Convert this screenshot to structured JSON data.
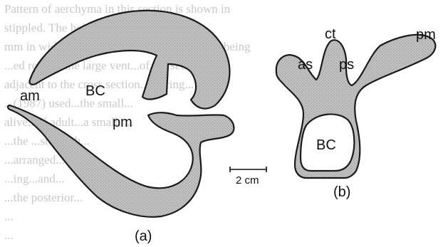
{
  "background_text_lines": [
    "Pattern of aerchyma in this section is shown in",
    "stippled. The hole in the body of the...",
    "mm in width and...with the maximum length being",
    "...ed region, the large vent...of the section",
    "adjacent to the cross section...sharing...",
    "...(1987) used...the small...",
    "alive...of adult...a small, ...",
    "...the ...stomach...",
    "...arranged...ed to...",
    "...ing...and...",
    "...the posterior...",
    "...",
    "..."
  ],
  "panel_a": {
    "caption": "(a)",
    "labels": {
      "am": "am",
      "bc": "BC",
      "pm": "pm"
    },
    "scale_bar": "2 cm"
  },
  "panel_b": {
    "caption": "(b)",
    "labels": {
      "ct": "ct",
      "pm": "pm",
      "as": "as",
      "ps": "ps",
      "bc": "BC"
    }
  },
  "colors": {
    "fill": "#b9b9b9",
    "stroke": "#1a1a1a",
    "background_text": "#c9c9c9"
  }
}
